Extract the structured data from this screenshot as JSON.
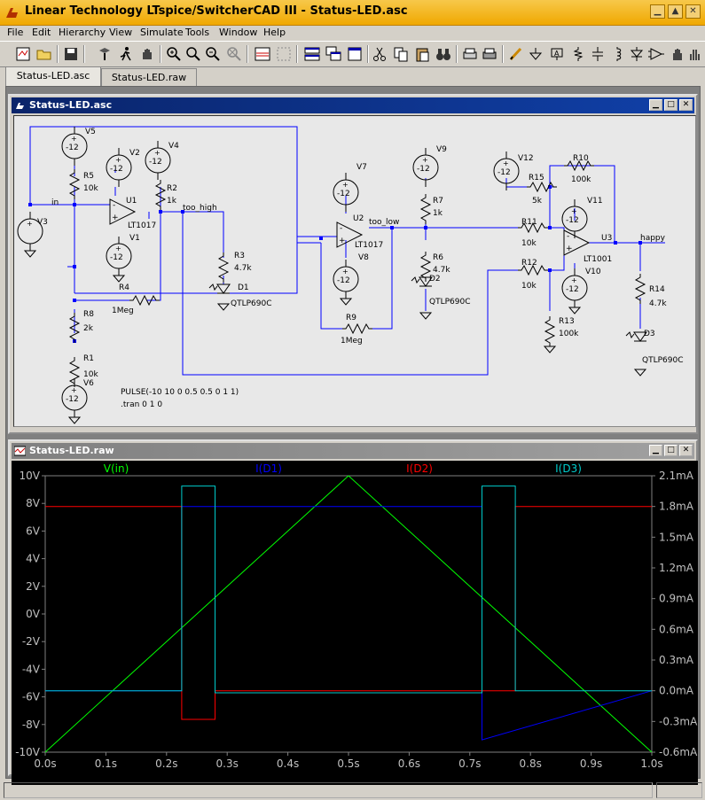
{
  "app": {
    "title": "Linear Technology LTspice/SwitcherCAD III - Status-LED.asc"
  },
  "menu": [
    "File",
    "Edit",
    "Hierarchy",
    "View",
    "Simulate",
    "Tools",
    "Window",
    "Help"
  ],
  "tabs": [
    "Status-LED.asc",
    "Status-LED.raw"
  ],
  "schematic_window": {
    "title": "Status-LED.asc",
    "labels": {
      "v5": "V5",
      "v2": "V2",
      "v4": "V4",
      "v7": "V7",
      "v9": "V9",
      "v12": "V12",
      "v11": "V11",
      "v3": "V3",
      "v1": "V1",
      "v8": "V8",
      "v10": "V10",
      "v6": "V6",
      "neg12": "-12",
      "r5": "R5",
      "r5v": "10k",
      "r2": "R2",
      "r2v": "1k",
      "r3": "R3",
      "r3v": "4.7k",
      "r4": "R4",
      "r4v": "1Meg",
      "r8": "R8",
      "r8v": "2k",
      "r1": "R1",
      "r1v": "10k",
      "r9": "R9",
      "r9v": "1Meg",
      "r7": "R7",
      "r7v": "1k",
      "r6": "R6",
      "r6v": "4.7k",
      "r15": "R15",
      "r15v": "5k",
      "r10": "R10",
      "r10v": "100k",
      "r11": "R11",
      "r11v": "10k",
      "r12": "R12",
      "r12v": "10k",
      "r13": "R13",
      "r13v": "100k",
      "r14": "R14",
      "r14v": "4.7k",
      "u1": "U1",
      "u2": "U2",
      "u3": "U3",
      "lt1017a": "LT1017",
      "lt1017b": "LT1017",
      "lt1001": "LT1001",
      "d1": "D1",
      "d2": "D2",
      "d3": "D3",
      "qtlp": "QTLP690C",
      "net_in": "in",
      "net_too_high": "too_high",
      "net_too_low": "too_low",
      "net_happy": "happy",
      "directive1": "PULSE(-10 10 0 0.5 0.5 0 1 1)",
      "directive2": ".tran 0 1 0"
    }
  },
  "waveform_window": {
    "title": "Status-LED.raw",
    "chart_data": {
      "type": "line",
      "series": [
        {
          "name": "V(in)",
          "color": "#00ff00",
          "axis": "left",
          "x": [
            0,
            0.5,
            1.0
          ],
          "y": [
            -10,
            10,
            -10
          ]
        },
        {
          "name": "I(D1)",
          "color": "#0000ff",
          "axis": "right",
          "x": [
            0,
            0.225,
            0.225,
            0.72,
            0.72,
            1.0
          ],
          "y": [
            0,
            0,
            1.8,
            1.8,
            -0.48,
            0
          ]
        },
        {
          "name": "I(D2)",
          "color": "#ff0000",
          "axis": "right",
          "x": [
            0,
            0.225,
            0.225,
            0.28,
            0.28,
            0.72,
            0.72,
            0.775,
            0.775,
            1.0
          ],
          "y": [
            1.8,
            1.8,
            -0.28,
            -0.28,
            0,
            0,
            0,
            0,
            1.8,
            1.8
          ]
        },
        {
          "name": "I(D3)",
          "color": "#00cccc",
          "axis": "right",
          "x": [
            0,
            0.225,
            0.225,
            0.28,
            0.28,
            0.72,
            0.72,
            0.775,
            0.775,
            1.0
          ],
          "y": [
            0,
            0,
            2.0,
            2.0,
            -0.02,
            -0.02,
            2.0,
            2.0,
            0,
            0
          ]
        }
      ],
      "xlim": [
        0,
        1.0
      ],
      "xticks": [
        "0.0s",
        "0.1s",
        "0.2s",
        "0.3s",
        "0.4s",
        "0.5s",
        "0.6s",
        "0.7s",
        "0.8s",
        "0.9s",
        "1.0s"
      ],
      "ylim_left": [
        -10,
        10
      ],
      "yticks_left": [
        "10V",
        "8V",
        "6V",
        "4V",
        "2V",
        "0V",
        "-2V",
        "-4V",
        "-6V",
        "-8V",
        "-10V"
      ],
      "ylim_right": [
        -0.6,
        2.1
      ],
      "yticks_right": [
        "2.1mA",
        "1.8mA",
        "1.5mA",
        "1.2mA",
        "0.9mA",
        "0.6mA",
        "0.3mA",
        "0.0mA",
        "-0.3mA",
        "-0.6mA"
      ]
    }
  },
  "colors": {
    "wire": "#0000ff",
    "component": "#000000",
    "grid_bg": "#000000",
    "titlebar": "#f0a800",
    "mdi_active": "#0a246a"
  }
}
